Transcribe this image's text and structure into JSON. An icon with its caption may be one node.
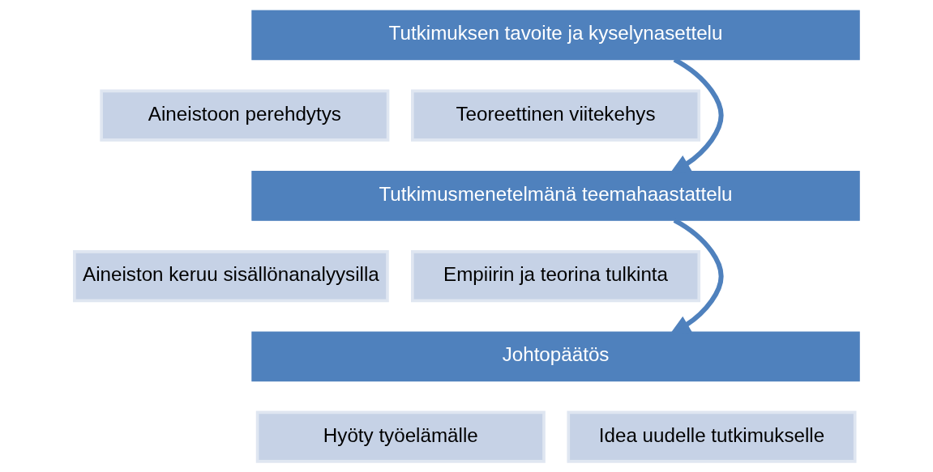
{
  "diagram": {
    "nodes": [
      {
        "text": [
          "Tutkimuksen tavoite ja kyselynasettelu"
        ]
      },
      {
        "text": [
          "Aineistoon perehdytys"
        ]
      },
      {
        "text": [
          "Teoreettinen viitekehys"
        ]
      },
      {
        "text": [
          "Tutkimusmenetelmänä teemahaastattelu"
        ]
      },
      {
        "text": [
          "Aineiston keruu sisällönanalyysilla"
        ]
      },
      {
        "text": [
          "Empiirin ja teorina tulkinta"
        ]
      },
      {
        "text": [
          "Johtopäätös"
        ]
      },
      {
        "text": [
          "Hyöty työelämälle"
        ]
      },
      {
        "text": [
          "Idea uudelle tutkimukselle"
        ]
      }
    ],
    "edges": [
      {
        "from": 0,
        "to": 3,
        "arrow": "to"
      },
      {
        "from": 3,
        "to": 6,
        "arrow": "to"
      }
    ]
  }
}
